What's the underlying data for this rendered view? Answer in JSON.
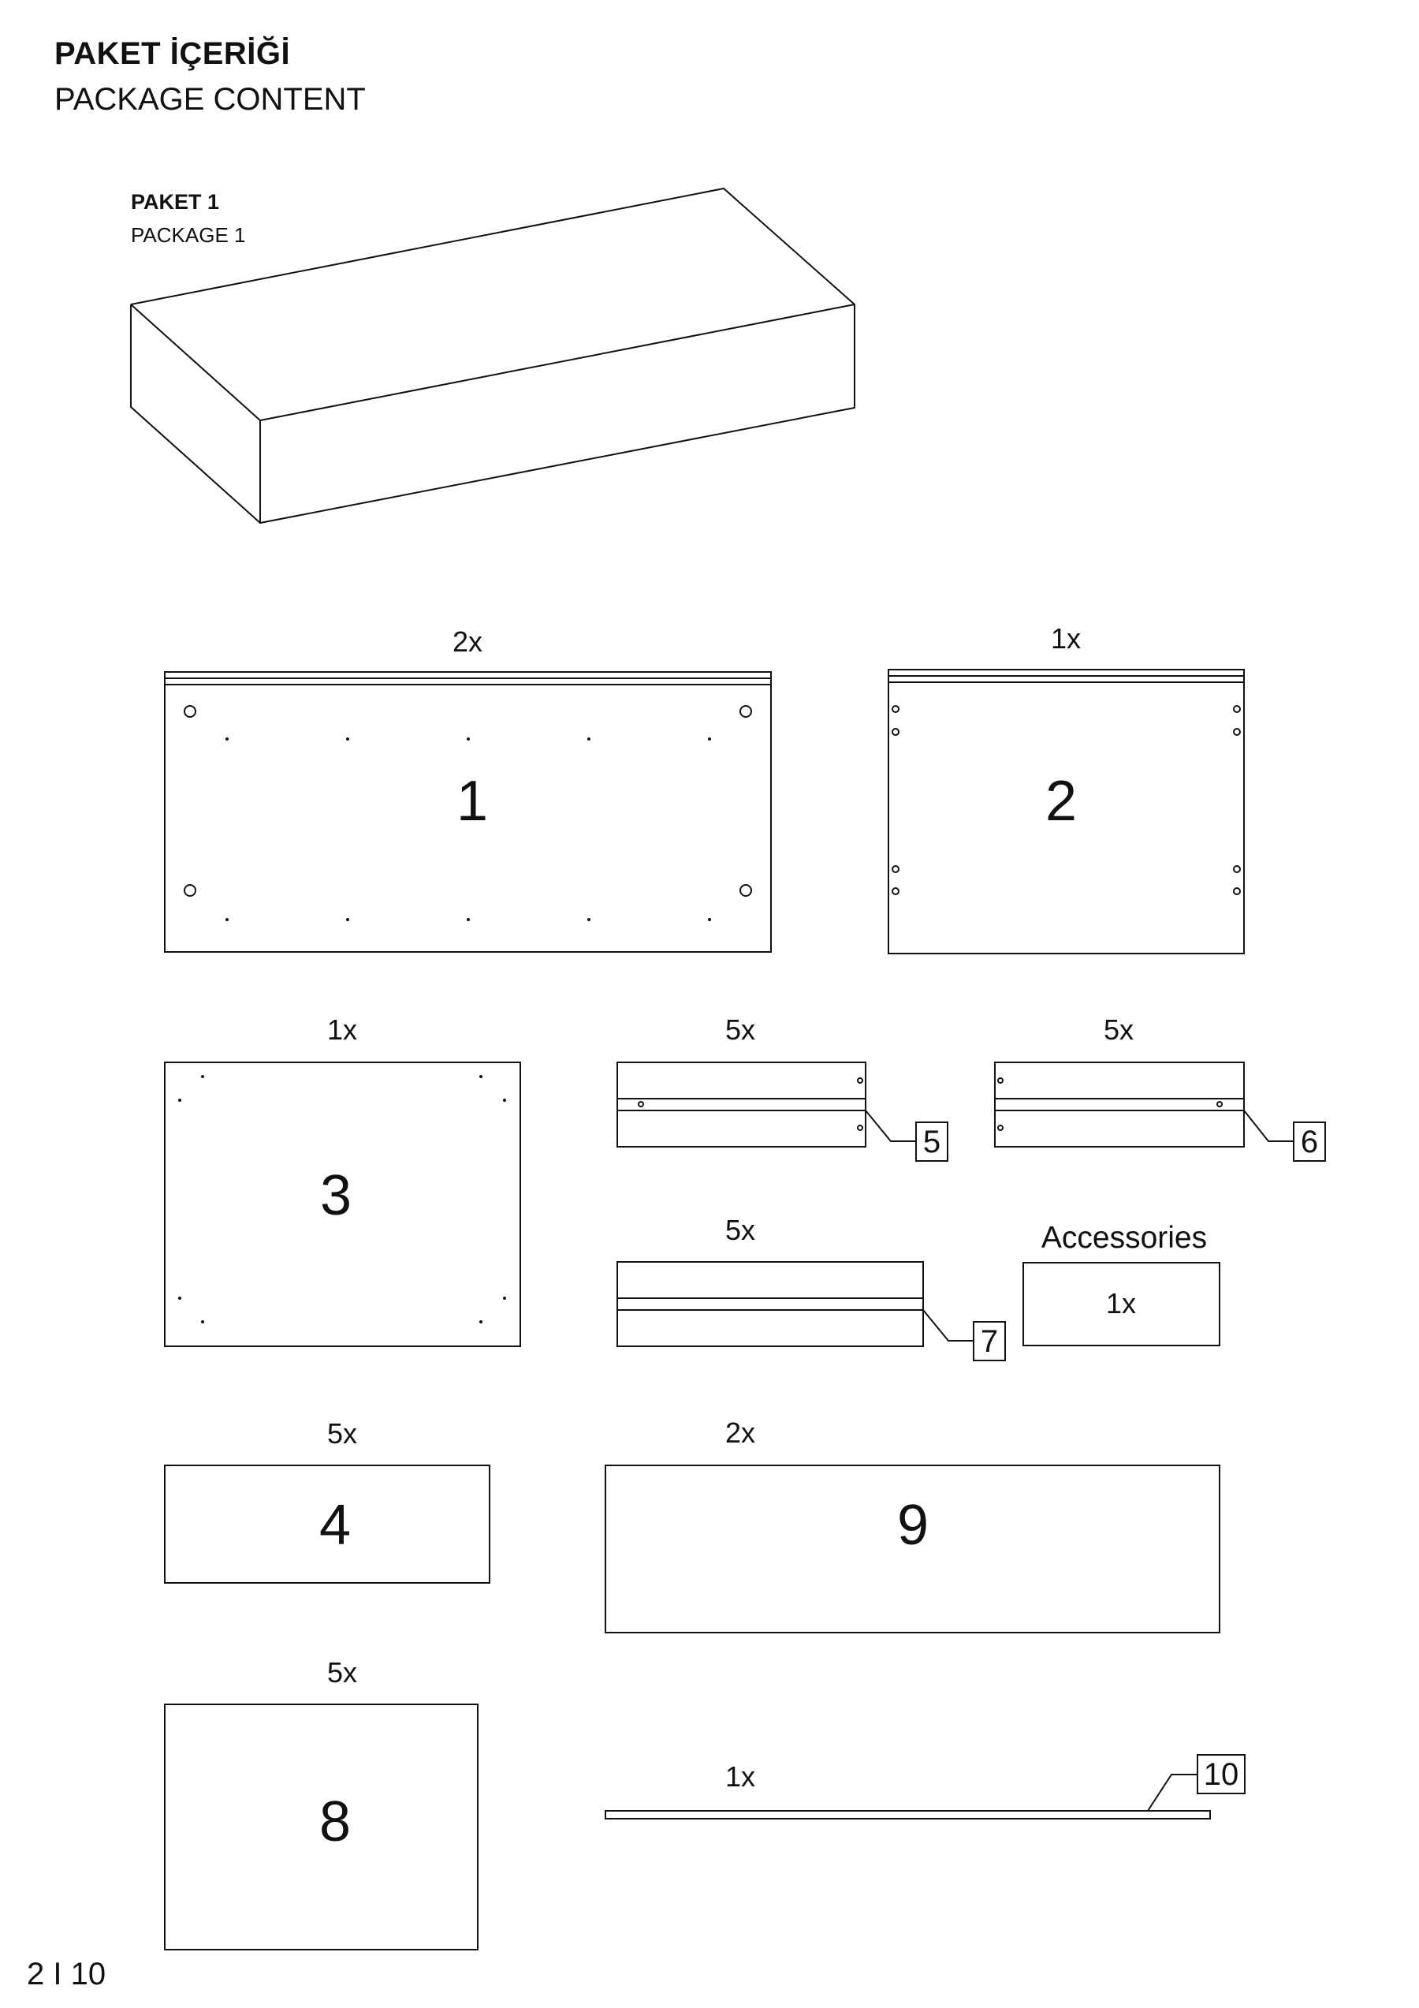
{
  "header": {
    "title_tr": "PAKET İÇERİĞİ",
    "title_en": "PACKAGE CONTENT"
  },
  "package": {
    "label_tr": "PAKET 1",
    "label_en": "PACKAGE 1"
  },
  "parts": [
    {
      "id": "1",
      "qty": "2x"
    },
    {
      "id": "2",
      "qty": "1x"
    },
    {
      "id": "3",
      "qty": "1x"
    },
    {
      "id": "5",
      "qty": "5x"
    },
    {
      "id": "6",
      "qty": "5x"
    },
    {
      "id": "7",
      "qty": "5x"
    },
    {
      "id": "4",
      "qty": "5x"
    },
    {
      "id": "9",
      "qty": "2x"
    },
    {
      "id": "8",
      "qty": "5x"
    },
    {
      "id": "10",
      "qty": "1x"
    }
  ],
  "accessories": {
    "label": "Accessories",
    "qty": "1x"
  },
  "footer": {
    "page": "2 I 10"
  }
}
